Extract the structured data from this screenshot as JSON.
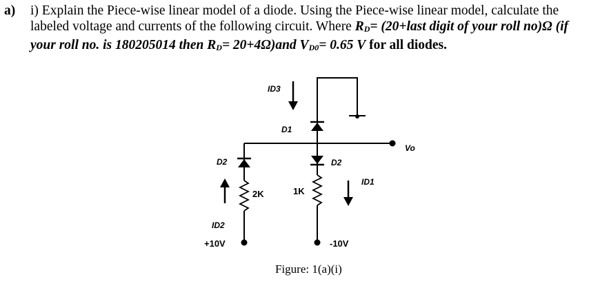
{
  "question": {
    "label": "a)",
    "line1": "i) Explain the Piece-wise linear model of a diode. Using the Piece-wise linear model, calculate the",
    "line2_plain": "labeled voltage and currents of the following circuit. Where ",
    "line2_rd": "R",
    "line2_rd_sub": "D",
    "line2_rest": "= (20+last digit of your roll no)Ω (if",
    "line3_a": "your roll no. is 180205014 then R",
    "line3_sub": "D",
    "line3_b": "= 20+4Ω)and V",
    "line3_sub2": "D0",
    "line3_c": "= 0.65 V",
    "line3_d": " for all diodes."
  },
  "circuit": {
    "labels": {
      "id3": "ID3",
      "d1": "D1",
      "vo": "Vo",
      "d2_right": "D2",
      "d2_left": "D2",
      "id1": "ID1",
      "r_2k": "2K",
      "r_1k": "1K",
      "id2": "ID2",
      "plus10v": "+10V",
      "minus10v": "-10V"
    },
    "caption": "Figure: 1(a)(i)"
  }
}
